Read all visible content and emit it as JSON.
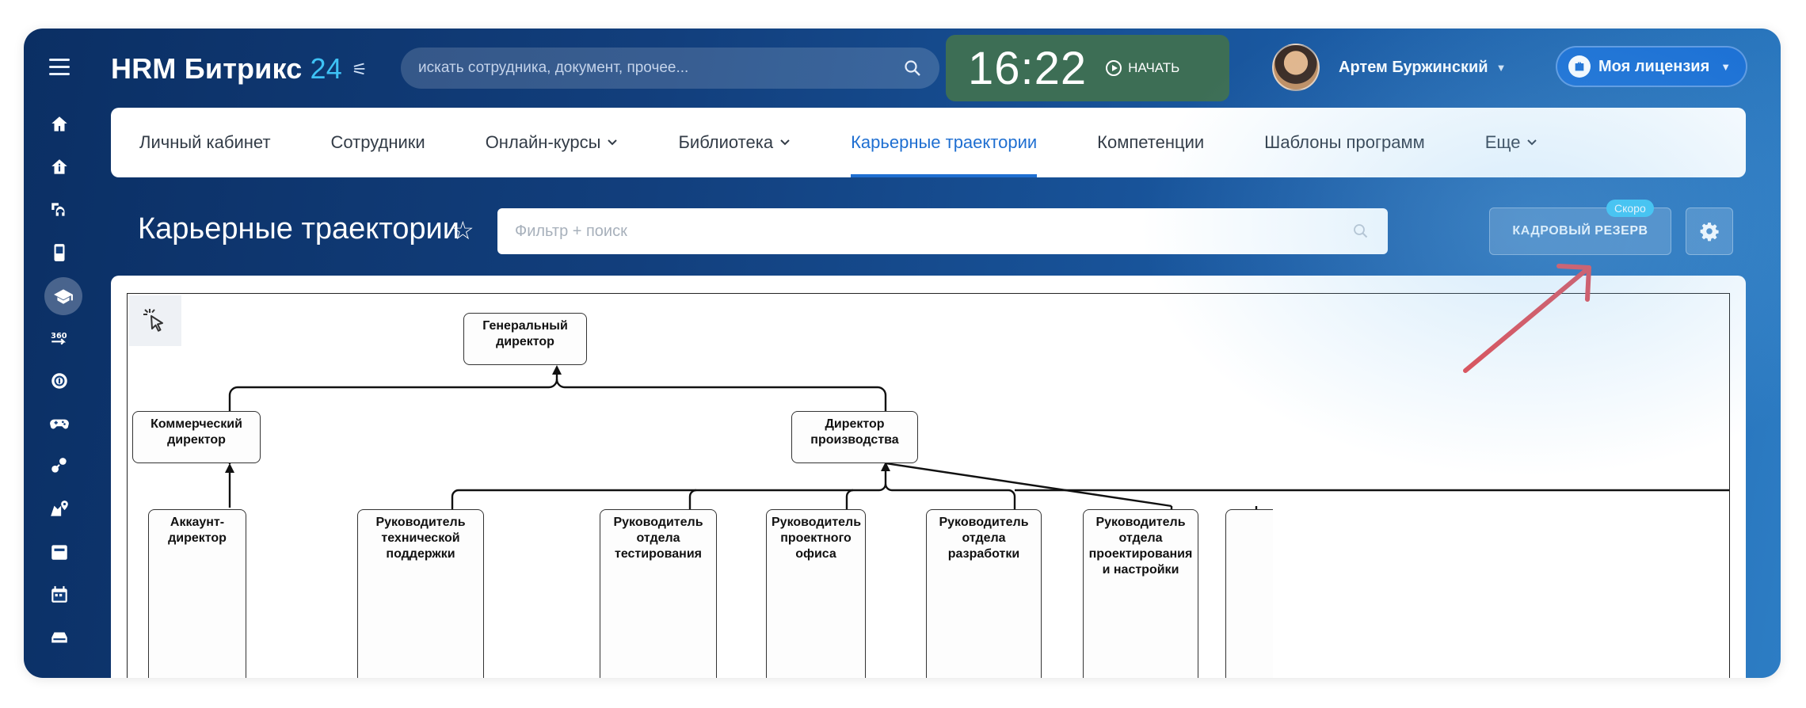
{
  "header": {
    "logo_main": "HRM Битрикс",
    "logo_num": "24",
    "search_placeholder": "искать сотрудника, документ, прочее...",
    "clock_time": "16:22",
    "clock_start": "НАЧАТЬ",
    "user_name": "Артем Буржинский",
    "license_label": "Моя лицензия"
  },
  "tabs": [
    {
      "label": "Личный кабинет",
      "dropdown": false,
      "active": false
    },
    {
      "label": "Сотрудники",
      "dropdown": false,
      "active": false
    },
    {
      "label": "Онлайн-курсы",
      "dropdown": true,
      "active": false
    },
    {
      "label": "Библиотека",
      "dropdown": true,
      "active": false
    },
    {
      "label": "Карьерные траектории",
      "dropdown": false,
      "active": true
    },
    {
      "label": "Компетенции",
      "dropdown": false,
      "active": false
    },
    {
      "label": "Шаблоны программ",
      "dropdown": false,
      "active": false
    },
    {
      "label": "Еще",
      "dropdown": true,
      "active": false
    }
  ],
  "page": {
    "title": "Карьерные траектории",
    "filter_placeholder": "Фильтр + поиск",
    "reserve_button": "КАДРОВЫЙ РЕЗЕРВ",
    "reserve_badge": "Скоро"
  },
  "rail_icons": [
    "home-icon",
    "info-home-icon",
    "headset-icon",
    "phone-icon",
    "graduation-cap-icon",
    "review-360-icon",
    "target-icon",
    "gamepad-icon",
    "people-link-icon",
    "map-pin-icon",
    "calendar-card-icon",
    "calendar-icon",
    "drive-icon"
  ],
  "org_chart": {
    "nodes": [
      {
        "id": "ceo",
        "label": "Генеральный директор"
      },
      {
        "id": "cco",
        "label": "Коммерческий директор"
      },
      {
        "id": "coo",
        "label": "Директор производства"
      },
      {
        "id": "acc",
        "label": "Аккаунт-директор"
      },
      {
        "id": "sup",
        "label": "Руководитель технической поддержки"
      },
      {
        "id": "qa",
        "label": "Руководитель отдела тестирования"
      },
      {
        "id": "pmo",
        "label": "Руководитель проектного офиса"
      },
      {
        "id": "dev",
        "label": "Руководитель отдела разработки"
      },
      {
        "id": "des",
        "label": "Руководитель отдела проектирования и настройки"
      }
    ]
  },
  "colors": {
    "accent": "#1f6fd1",
    "clock_bg": "#3d6e55",
    "badge": "#3bc6f2",
    "annotation_arrow": "#e5484d"
  }
}
